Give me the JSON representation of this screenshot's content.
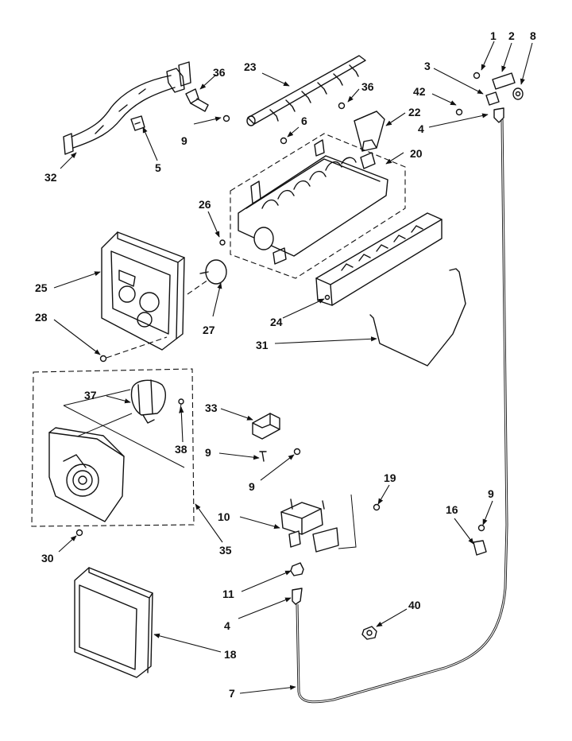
{
  "diagram": {
    "callouts": [
      "1",
      "2",
      "8",
      "3",
      "42",
      "22",
      "4",
      "23",
      "36",
      "6",
      "20",
      "32",
      "5",
      "9",
      "26",
      "25",
      "27",
      "28",
      "24",
      "31",
      "37",
      "38",
      "33",
      "35",
      "30",
      "10",
      "19",
      "16",
      "11",
      "4",
      "40",
      "18",
      "7",
      "9",
      "9",
      "9",
      "36"
    ]
  }
}
